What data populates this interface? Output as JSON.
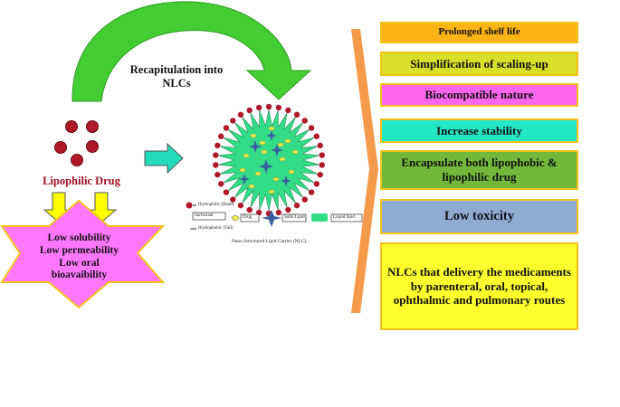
{
  "colors": {
    "green_arrow": "#44cc33",
    "drug_red": "#b0182a",
    "yellow_arrow": "#ffff00",
    "star_magenta": "#ff77ff",
    "nlc_green": "#33dd88",
    "teal_arrow": "#22dbbb",
    "bracket_orange": "#f59a4a",
    "box_border": "#f2c21a"
  },
  "left": {
    "recap_label": "Recapitulation into NLCs",
    "drug_label": "Lipophilic Drug",
    "problems": [
      "Low solubility",
      "Low permeability",
      "Low oral",
      "bioavaibility"
    ]
  },
  "legend": {
    "hydrophilic": "Hydrophilic (Head)",
    "surfactant": "Surfactant",
    "hydrophobic": "Hydrophobic (Tail)",
    "drug": "Drug",
    "solid_lipid": "Solid Lipid",
    "liquid_lipid": "Liquid lipid",
    "caption": "Nano Structured Lipid Carrier (NLC)"
  },
  "benefits": [
    {
      "text": "Prolonged shelf life",
      "bg": "#fdb515"
    },
    {
      "text": "Simplification of scaling-up",
      "bg": "#d9e02a"
    },
    {
      "text": "Biocompatible nature",
      "bg": "#ff66ee"
    },
    {
      "text": "Increase stability",
      "bg": "#22e8c6"
    },
    {
      "text": "Encapsulate both lipophobic & lipophilic drug",
      "bg": "#72b83a"
    },
    {
      "text": "Low toxicity",
      "bg": "#8eacd2"
    },
    {
      "text": "NLCs that delivery the medicaments by parenteral, oral, topical, ophthalmic and pulmonary routes",
      "bg": "#ffff2e"
    }
  ]
}
